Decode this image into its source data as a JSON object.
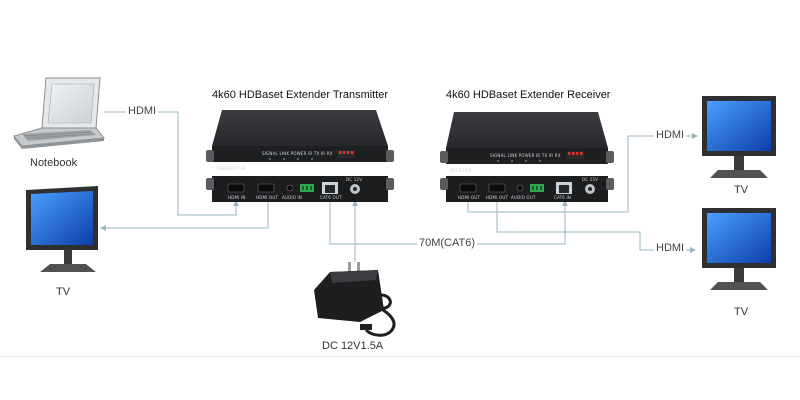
{
  "titles": {
    "transmitter": "4k60 HDBaset Extender Transmitter",
    "receiver": "4k60 HDBaset Extender Receiver"
  },
  "devices": {
    "notebook": "Notebook",
    "tv_left": "TV",
    "tv_right_top": "TV",
    "tv_right_bottom": "TV",
    "power_adapter": "DC 12V1.5A"
  },
  "connections": {
    "hdmi_notebook": "HDMI",
    "hdmi_tv_top": "HDMI",
    "hdmi_tv_bottom": "HDMI",
    "cat6_link": "70M(CAT6)"
  },
  "panel_text": {
    "top_status": "SIGNAL  LINK  POWER  IR TX     IR RX",
    "tx_name": "TRANSMITTER",
    "rx_name": "RECEIVER",
    "tx_ports": [
      "HDMI IN",
      "HDMI OUT",
      "AUDIO IN",
      "CAT6 OUT",
      "DC 12V"
    ],
    "rx_ports": [
      "HDMI OUT",
      "HDMI OUT",
      "AUDIO OUT",
      "CAT6 IN",
      "DC 12V"
    ]
  },
  "colors": {
    "wire": "#9ab7c0",
    "device_body": "#2b2d30",
    "panel": "#1c1d1f",
    "terminal_green": "#2fa84f",
    "dip_red": "#d7302a"
  }
}
